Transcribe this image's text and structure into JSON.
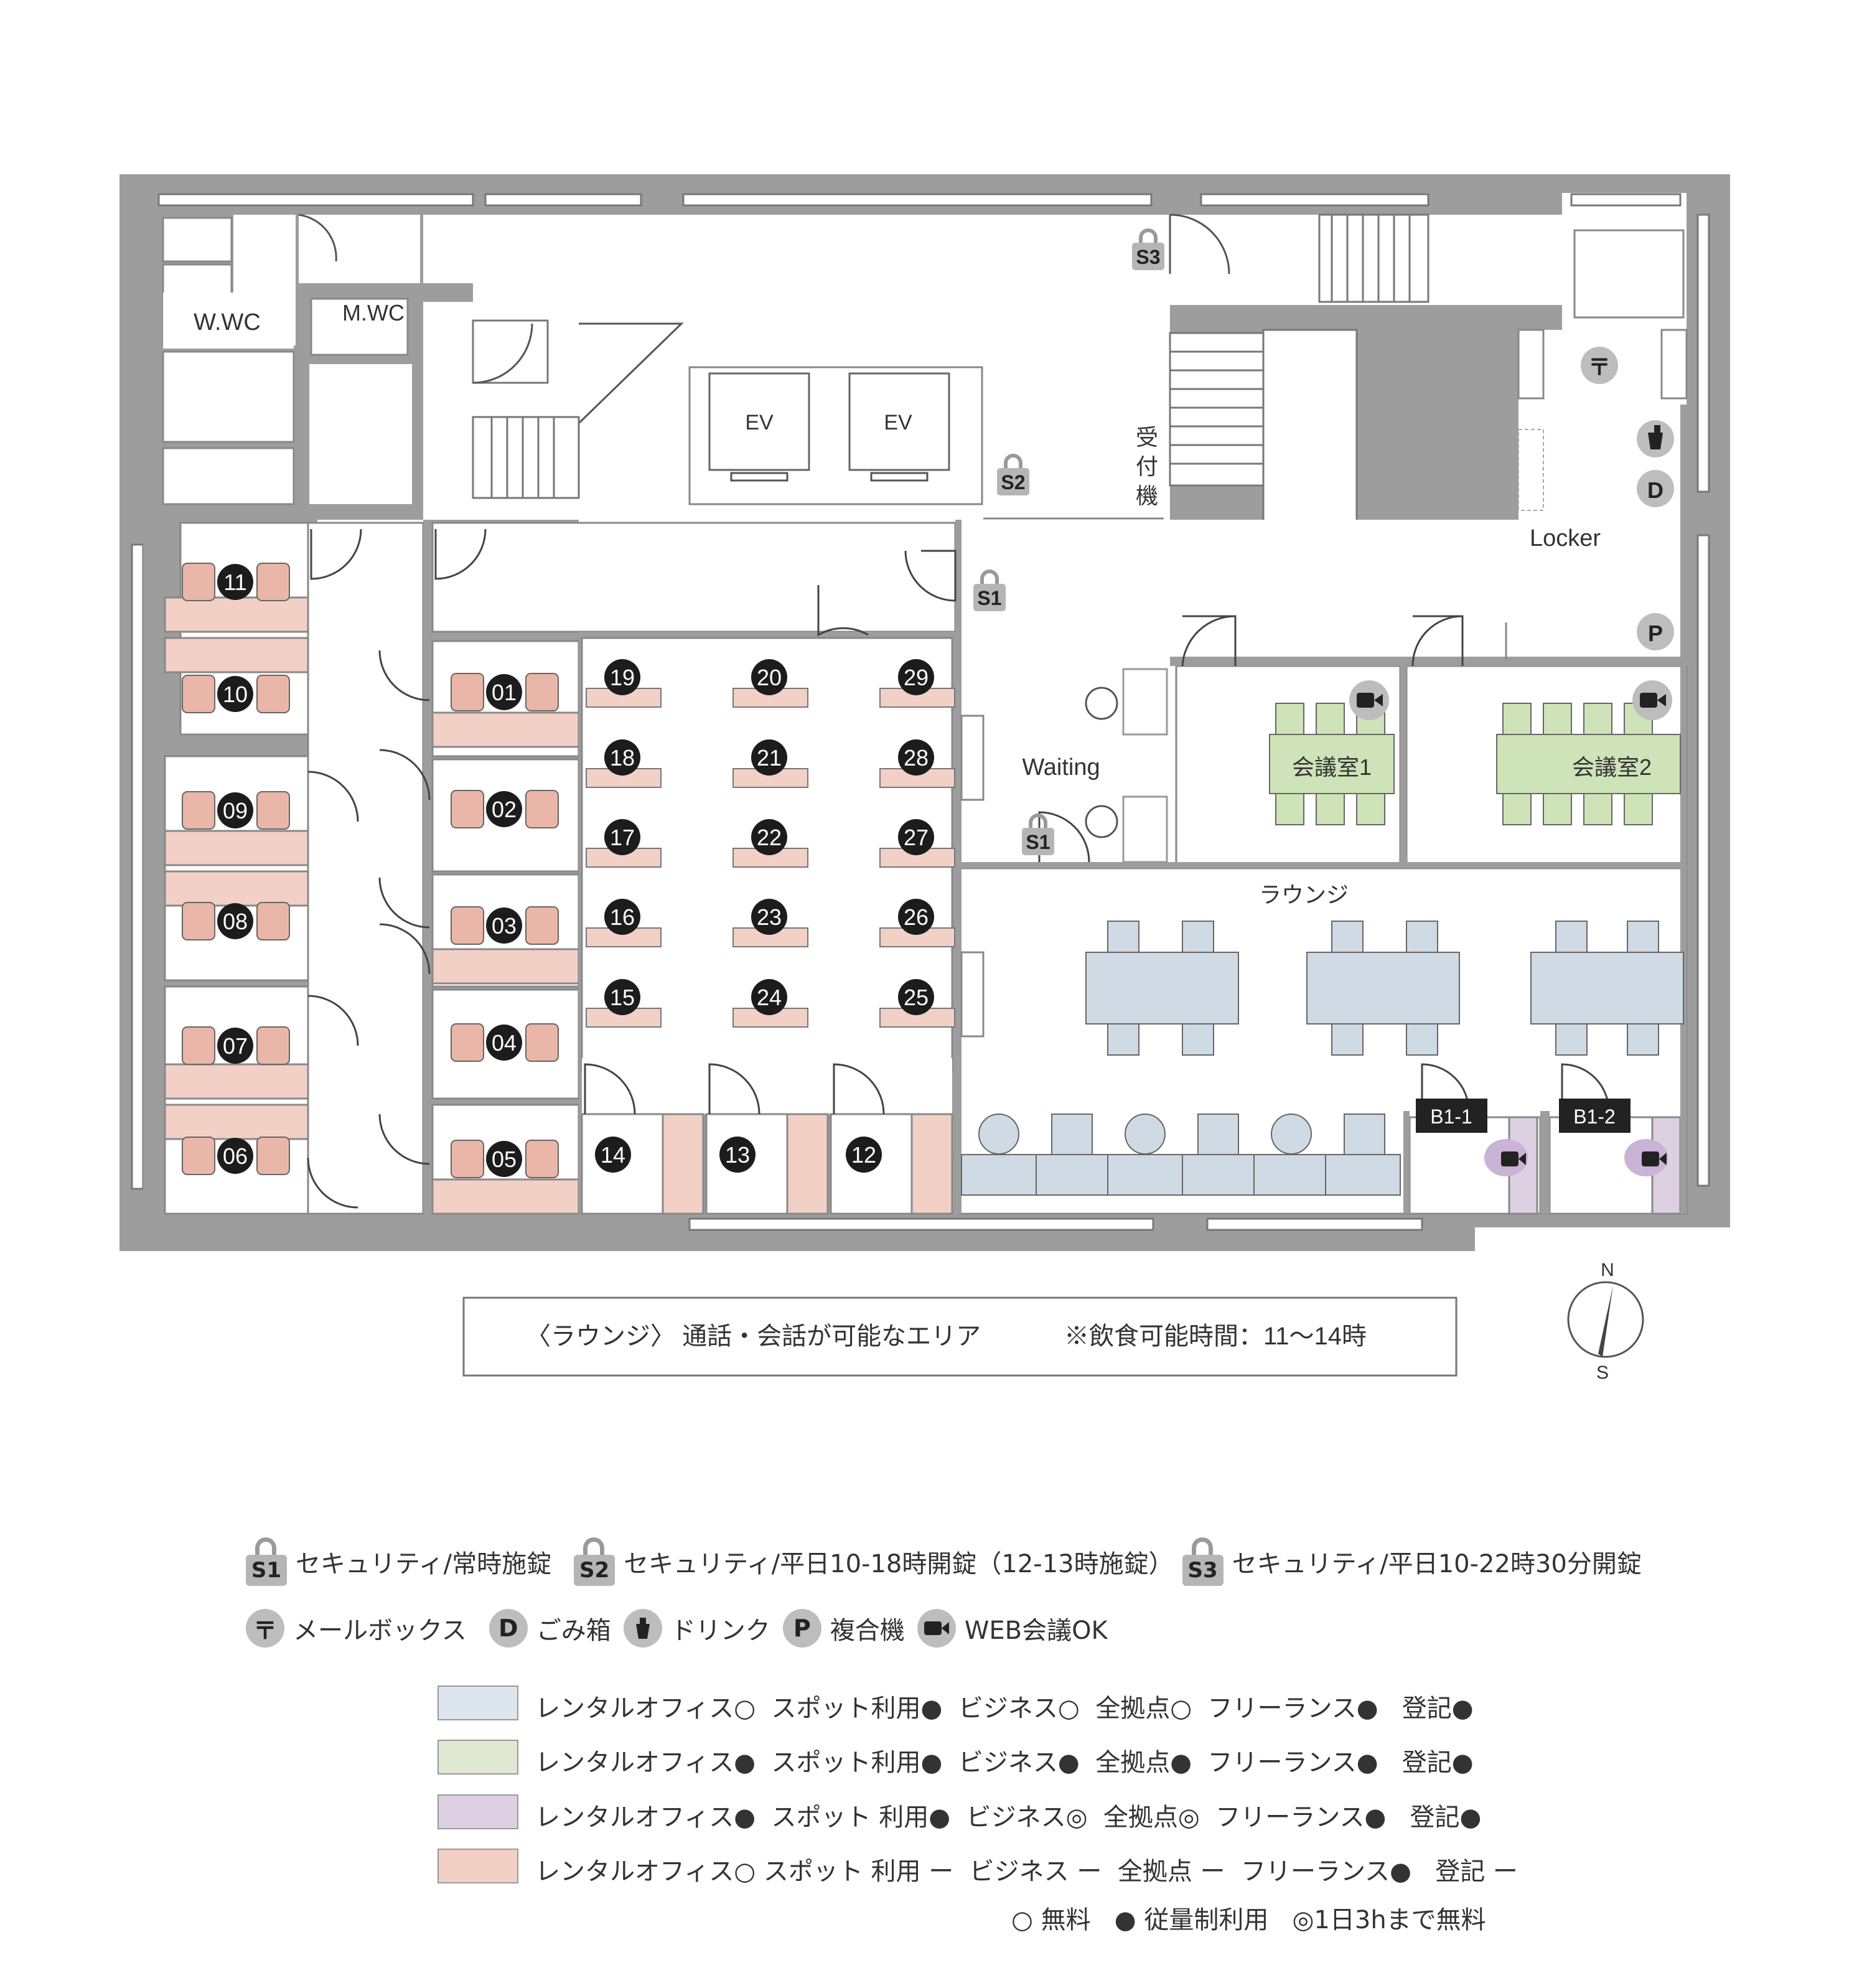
{
  "rooms": {
    "w_wc": "W.WC",
    "m_wc": "M.WC",
    "ev1": "EV",
    "ev2": "EV",
    "reception": [
      "受",
      "付",
      "機"
    ],
    "locker": "Locker",
    "waiting": "Waiting",
    "meeting1": "会議室1",
    "meeting2": "会議室2",
    "lounge": "ラウンジ",
    "booth1": "B1-1",
    "booth2": "B1-2"
  },
  "security_marks": {
    "s1": "S1",
    "s2": "S2",
    "s3": "S3"
  },
  "icon_marks": {
    "mailbox": "〒",
    "trash": "D",
    "printer": "P"
  },
  "private_offices": [
    "11",
    "10",
    "09",
    "08",
    "07",
    "06",
    "01",
    "02",
    "03",
    "04",
    "05"
  ],
  "desks": [
    "19",
    "18",
    "17",
    "16",
    "15",
    "20",
    "21",
    "22",
    "23",
    "24",
    "29",
    "28",
    "27",
    "26",
    "25",
    "14",
    "13",
    "12"
  ],
  "compass": {
    "north": "N",
    "south": "S"
  },
  "notice": {
    "lounge": "〈ラウンジ〉 通話・会話が可能なエリア",
    "meal": "※飲食可能時間：11〜14時"
  },
  "legend": {
    "s1_text": "セキュリティ/常時施錠",
    "s2_text": "セキュリティ/平日10-18時開錠（12-13時施錠）",
    "s3_text": "セキュリティ/平日10-22時30分開錠",
    "mailbox_text": "メールボックス",
    "trash_text": "ごみ箱",
    "drink_text": "ドリンク",
    "printer_text": "複合機",
    "web_text": "WEB会議OK"
  },
  "service_rows": [
    {
      "color": "#dde6ee",
      "text": "レンタルオフィス○  スポット利用●  ビジネス○  全拠点○  フリーランス●   登記●"
    },
    {
      "color": "#dfe8d3",
      "text": "レンタルオフィス●  スポット利用●  ビジネス●  全拠点●  フリーランス●   登記●"
    },
    {
      "color": "#ddd0e3",
      "text": "レンタルオフィス●  スポット 利用●  ビジネス◎  全拠点◎  フリーランス●   登記●"
    },
    {
      "color": "#f2d0c6",
      "text": "レンタルオフィス○ スポット 利用 ー  ビジネス ー  全拠点 ー  フリーランス●   登記 ー"
    }
  ],
  "service_note": "○ 無料   ● 従量制利用   ◎1日3hまで無料"
}
